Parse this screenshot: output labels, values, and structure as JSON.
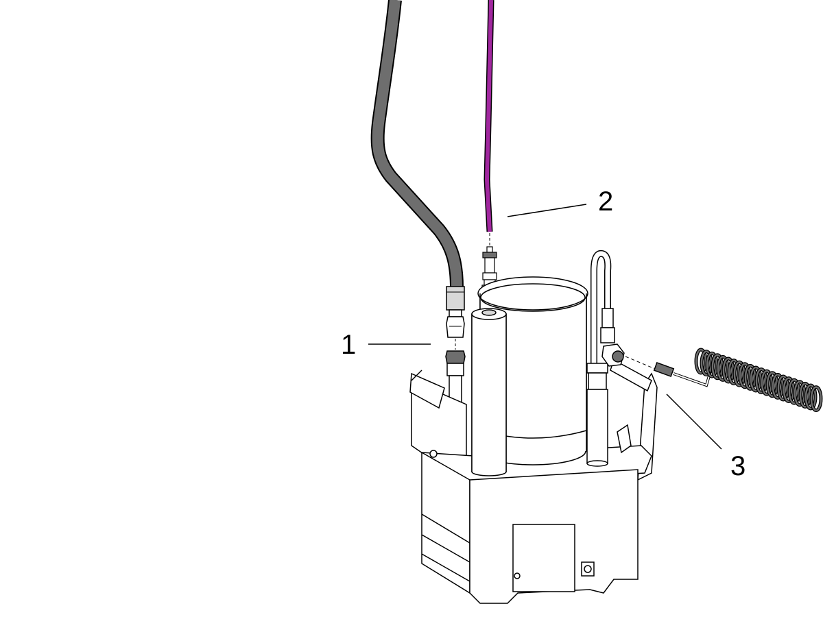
{
  "callouts": [
    {
      "label": "1",
      "part": "hose-fitting-connection"
    },
    {
      "label": "2",
      "part": "purple-tube-quick-connect"
    },
    {
      "label": "3",
      "part": "coiled-air-hose-connection"
    }
  ],
  "colors": {
    "grey_hose": "#6e6e6e",
    "purple_tube": "#a1279f",
    "line": "#000000",
    "fill": "#ffffff",
    "light_fill": "#d8d8d8"
  }
}
